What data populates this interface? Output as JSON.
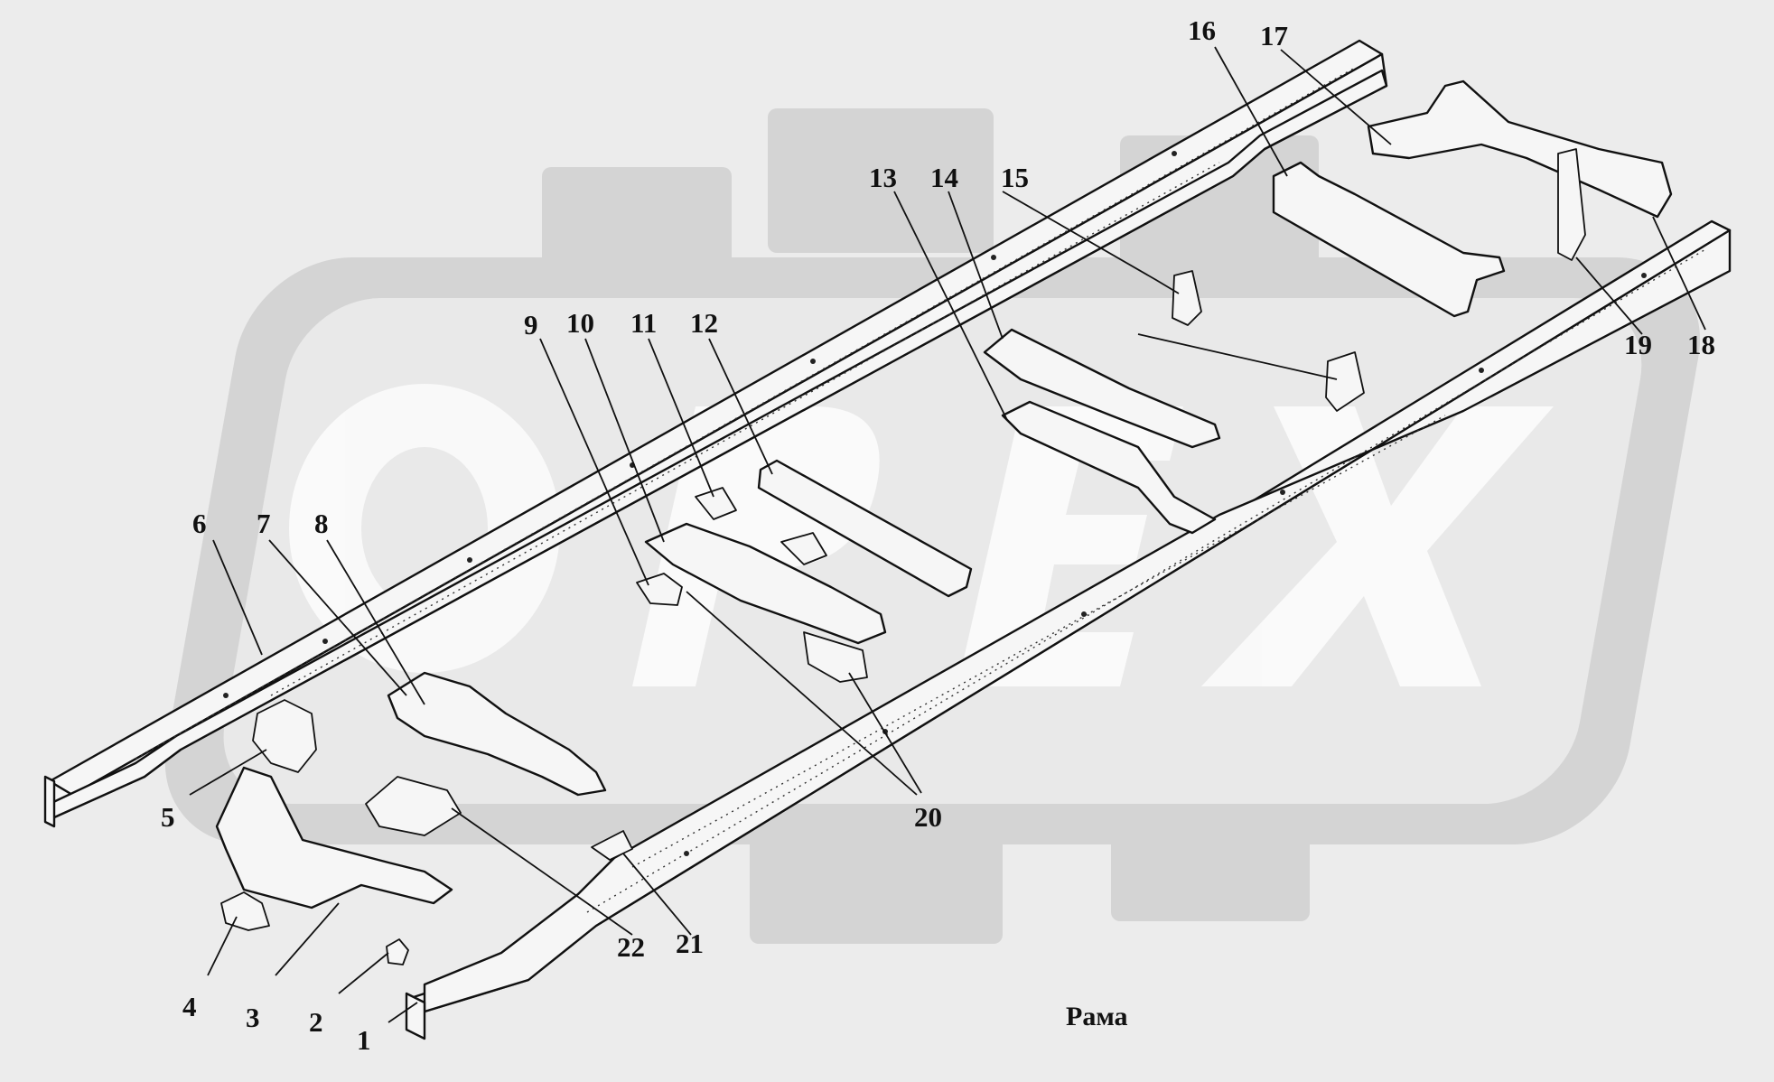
{
  "caption": "Рама",
  "watermark": {
    "text": "ОРЕХ",
    "color": "#d4d4d4"
  },
  "callouts": [
    {
      "id": "1",
      "label": "1"
    },
    {
      "id": "2",
      "label": "2"
    },
    {
      "id": "3",
      "label": "3"
    },
    {
      "id": "4",
      "label": "4"
    },
    {
      "id": "5",
      "label": "5"
    },
    {
      "id": "6",
      "label": "6"
    },
    {
      "id": "7",
      "label": "7"
    },
    {
      "id": "8",
      "label": "8"
    },
    {
      "id": "9",
      "label": "9"
    },
    {
      "id": "10",
      "label": "10"
    },
    {
      "id": "11",
      "label": "11"
    },
    {
      "id": "12",
      "label": "12"
    },
    {
      "id": "13",
      "label": "13"
    },
    {
      "id": "14",
      "label": "14"
    },
    {
      "id": "15",
      "label": "15"
    },
    {
      "id": "16",
      "label": "16"
    },
    {
      "id": "17",
      "label": "17"
    },
    {
      "id": "18",
      "label": "18"
    },
    {
      "id": "19",
      "label": "19"
    },
    {
      "id": "20",
      "label": "20"
    },
    {
      "id": "21",
      "label": "21"
    },
    {
      "id": "22",
      "label": "22"
    }
  ]
}
